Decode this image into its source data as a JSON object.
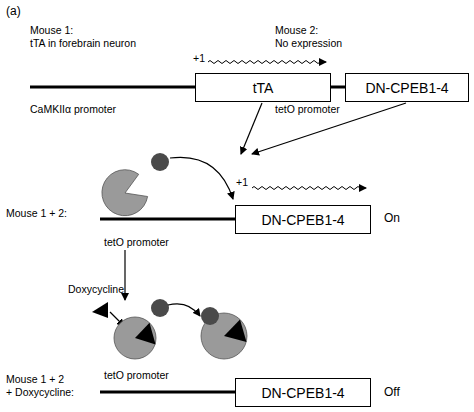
{
  "diagram": {
    "nodes": [
      {
        "text": [
          "tTA"
        ]
      },
      {
        "text": [
          "DN-CPEB1-4"
        ]
      },
      {
        "text": [
          "DN-CPEB1-4"
        ]
      },
      {
        "text": [
          "DN-CPEB1-4"
        ]
      }
    ],
    "labels": [
      "(a)",
      "Mouse 1:",
      "tTA in forebrain neuron",
      "Mouse 2:",
      "No expression",
      "+1",
      "CaMKIIα promoter",
      "tetO promoter",
      "Mouse 1 + 2:",
      "+1",
      "tetO promoter",
      "On",
      "Doxycycline",
      "Mouse 1 + 2",
      "+ Doxycycline:",
      "tetO promoter",
      "Off"
    ]
  }
}
